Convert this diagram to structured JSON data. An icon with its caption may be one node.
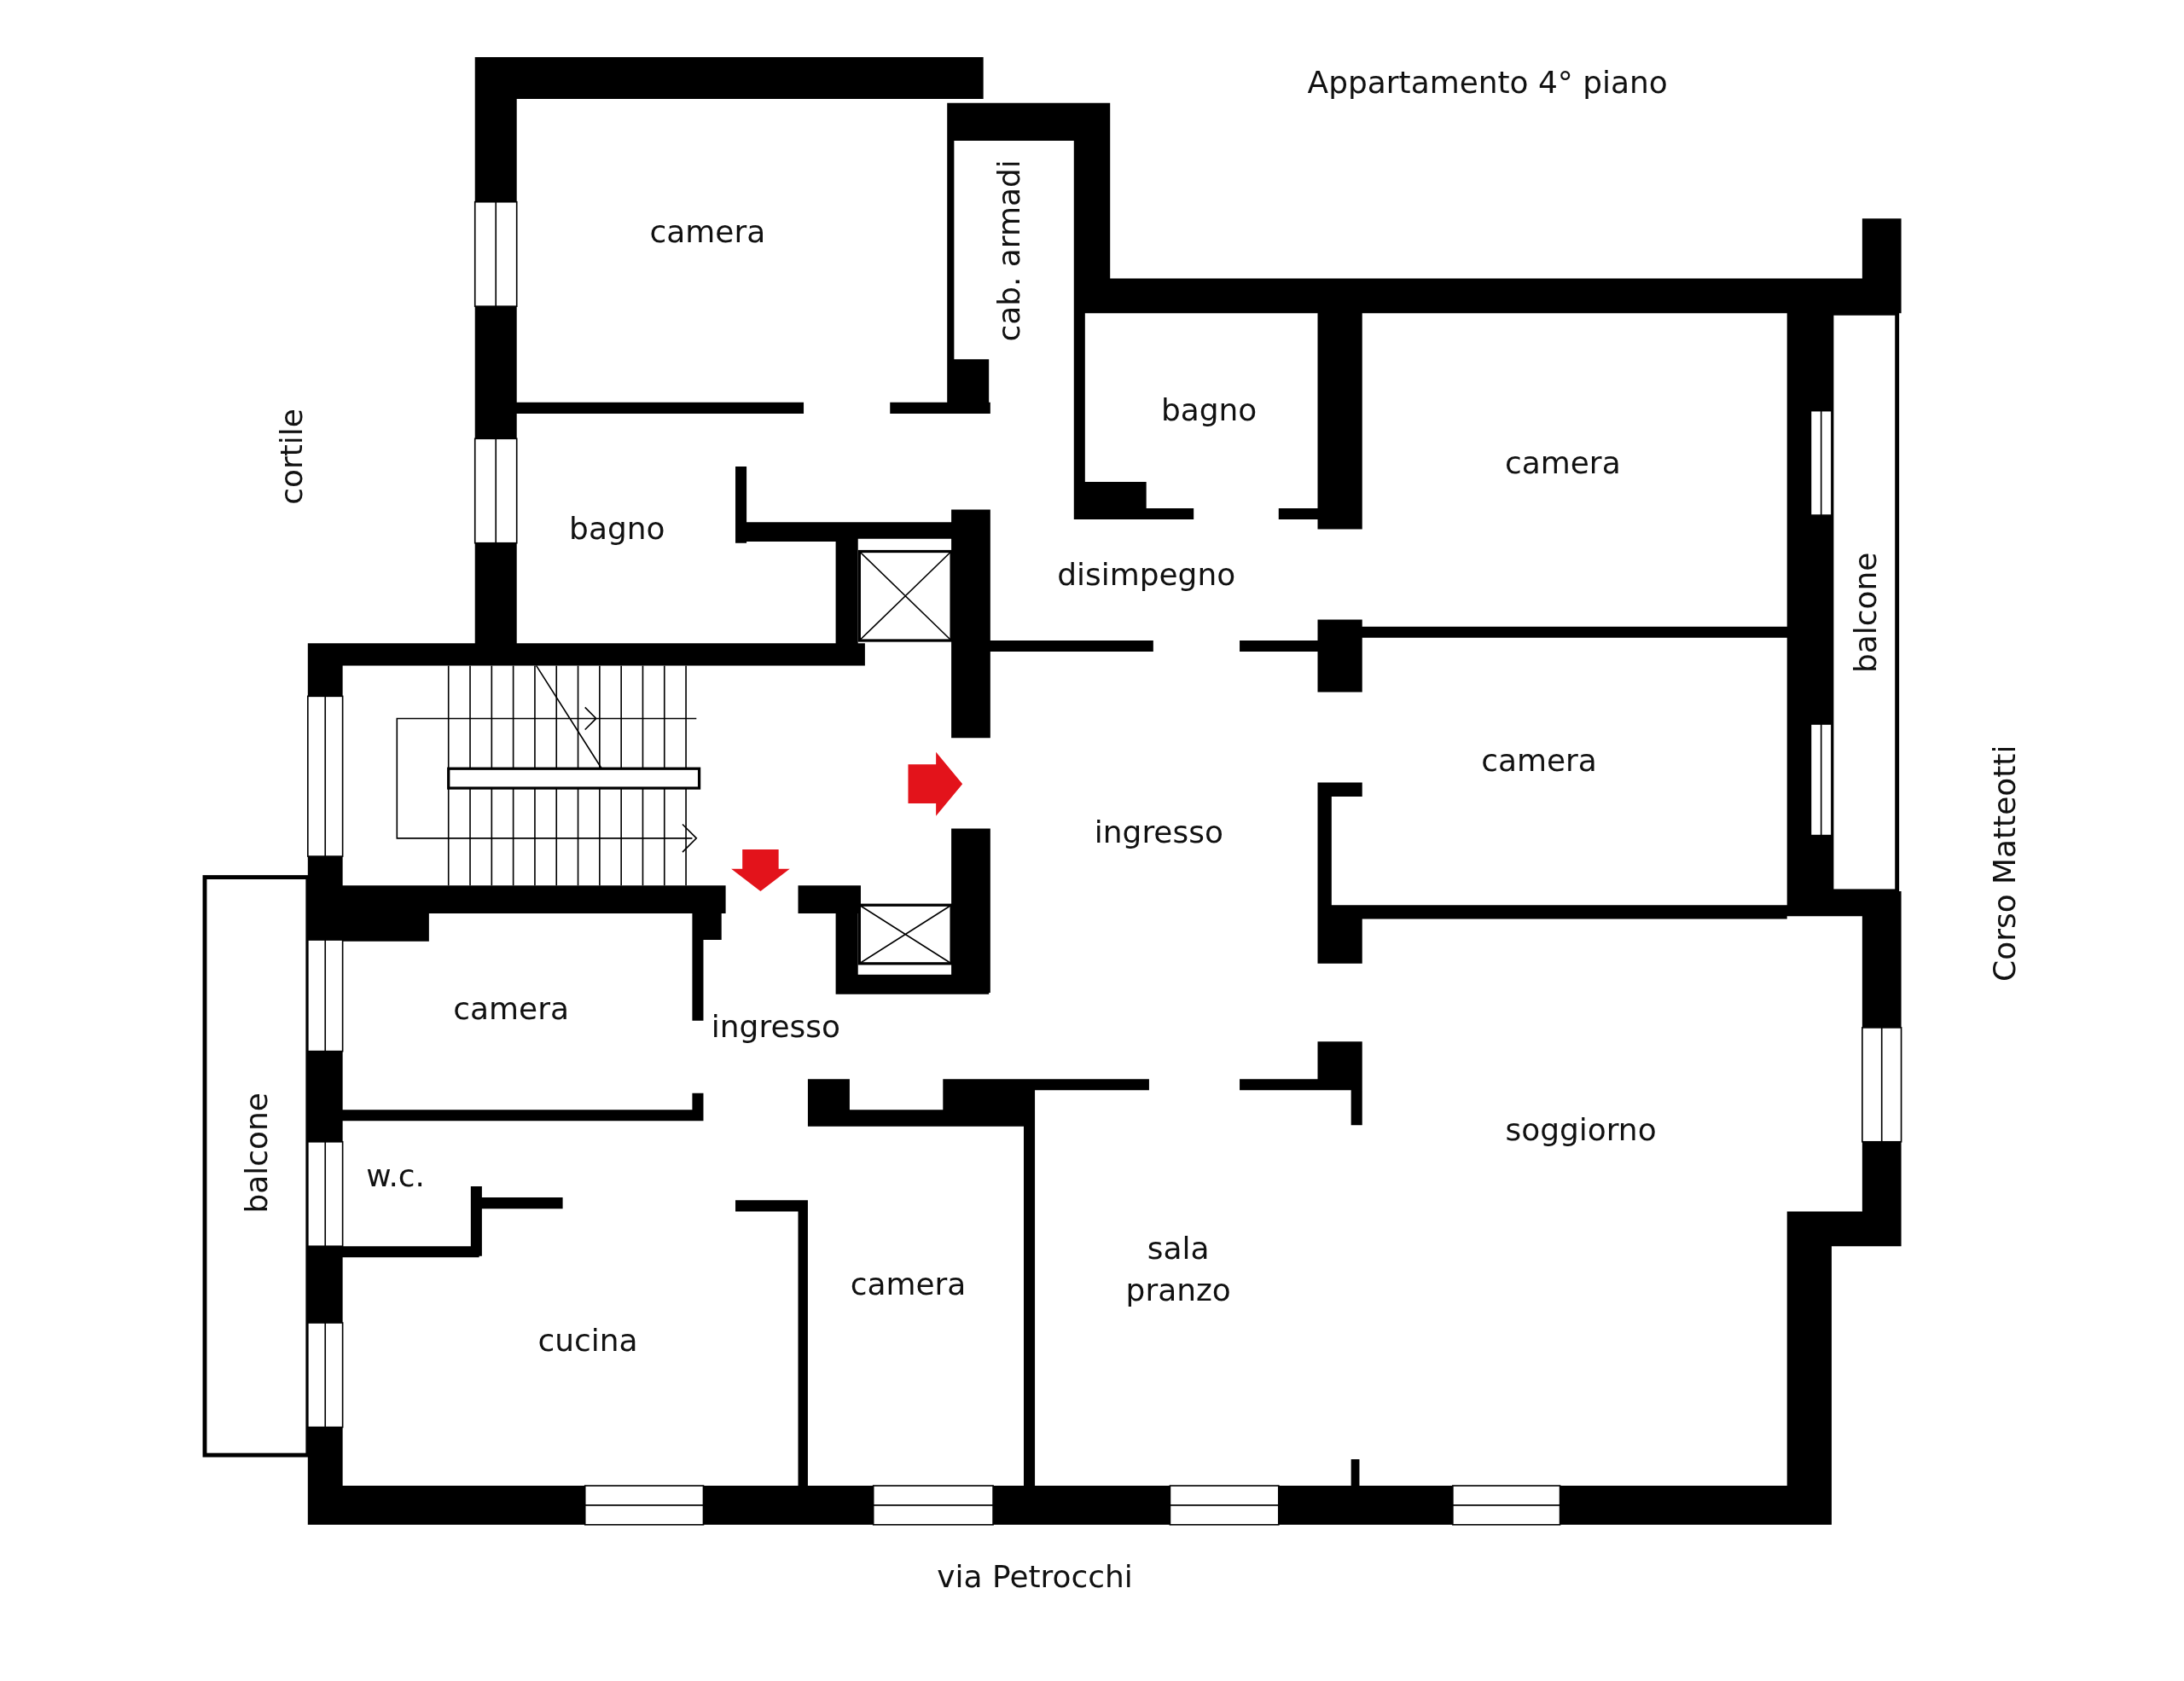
{
  "diagram": {
    "title": "Appartamento 4° piano",
    "labels": [
      "camera",
      "cab. armadi",
      "bagno",
      "camera",
      "cortile",
      "bagno",
      "disimpegno",
      "balcone",
      "camera",
      "ingresso",
      "Corso Matteotti",
      "camera",
      "ingresso",
      "soggiorno",
      "balcone",
      "w.c.",
      "sala pranzo",
      "camera",
      "cucina",
      "via Petrocchi"
    ]
  }
}
